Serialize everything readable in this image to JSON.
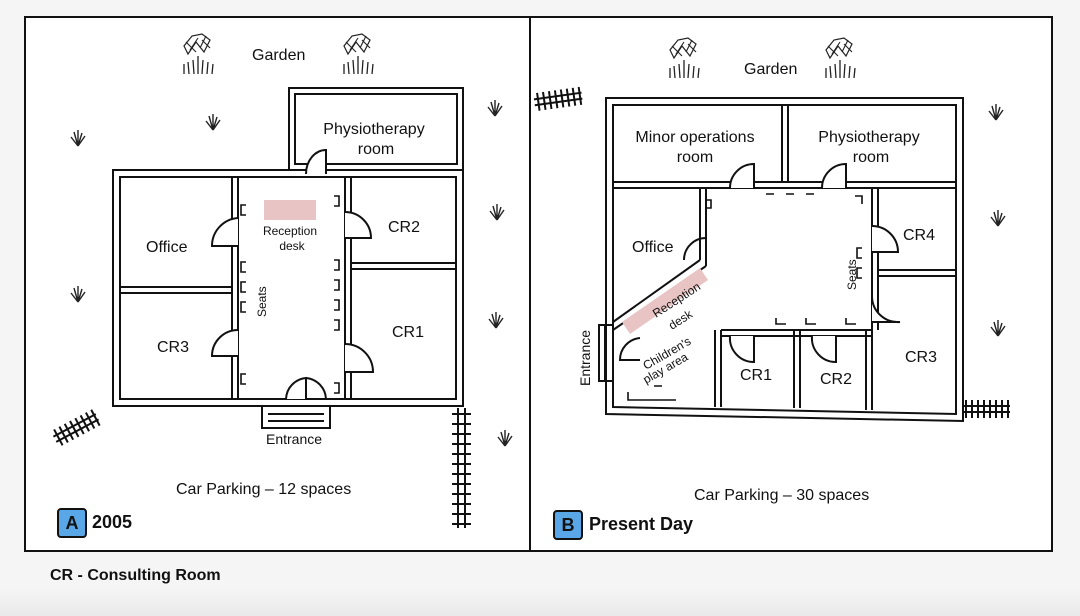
{
  "plan_a": {
    "badge": "A",
    "year": "2005",
    "garden": "Garden",
    "physio": [
      "Physiotherapy",
      "room"
    ],
    "office": "Office",
    "reception": [
      "Reception",
      "desk"
    ],
    "cr2": "CR2",
    "cr1": "CR1",
    "cr3": "CR3",
    "seats": "Seats",
    "entrance": "Entrance",
    "parking": "Car Parking – 12 spaces"
  },
  "plan_b": {
    "badge": "B",
    "year": "Present Day",
    "garden": "Garden",
    "minor": [
      "Minor operations",
      "room"
    ],
    "physio": [
      "Physiotherapy",
      "room"
    ],
    "office": "Office",
    "cr4": "CR4",
    "seats": "Seats",
    "reception": [
      "Reception",
      "desk"
    ],
    "play": [
      "Children's",
      "play area"
    ],
    "cr1": "CR1",
    "cr2": "CR2",
    "cr3": "CR3",
    "entrance": "Entrance",
    "parking": "Car Parking –  30 spaces"
  },
  "legend": "CR - Consulting Room"
}
